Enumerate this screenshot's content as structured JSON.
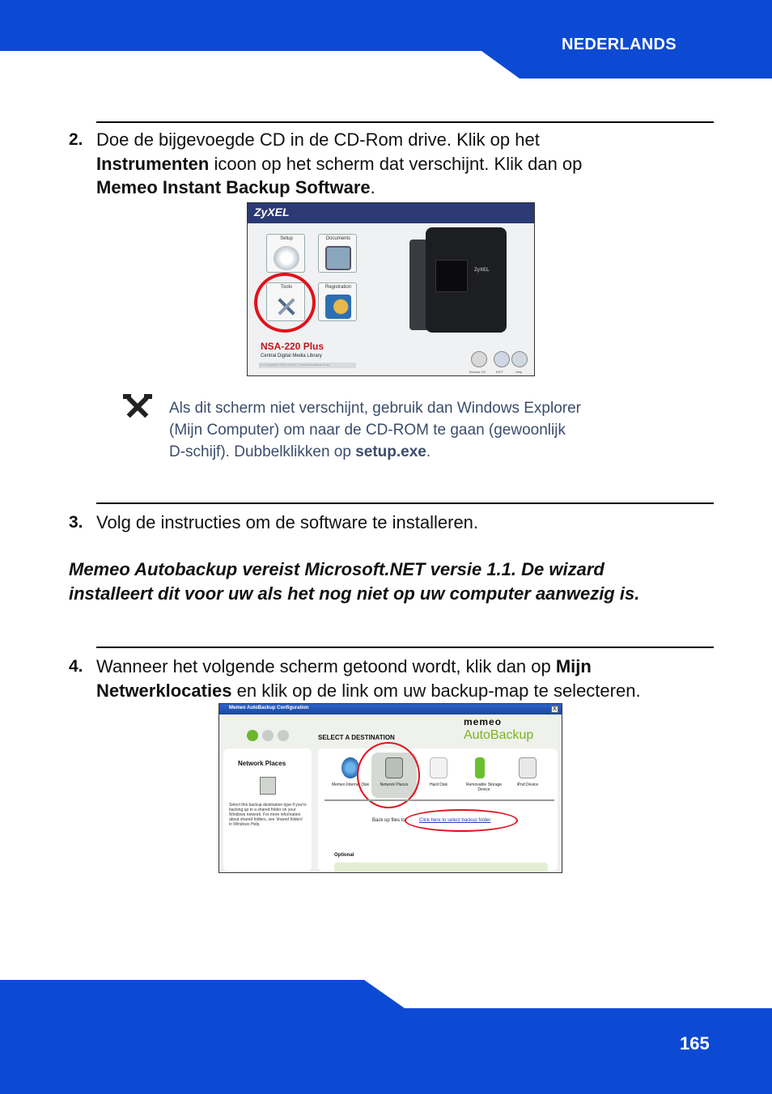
{
  "header": {
    "language": "NEDERLANDS",
    "band_color": "#0d4ad3"
  },
  "footer": {
    "page_number": "165"
  },
  "step2": {
    "number": "2.",
    "line1": "Doe de bijgevoegde CD in de CD-Rom drive. Klik op het",
    "bold1": "Instrumenten",
    "line2_rest": " icoon op het scherm dat verschijnt. Klik dan op",
    "bold2": "Memeo Instant Backup Software",
    "line3_end": "."
  },
  "zyxel_screen": {
    "brand": "ZyXEL",
    "tiles": [
      "Setup",
      "Documents",
      "Tools",
      "Registration"
    ],
    "model": "NSA-220 Plus",
    "subtitle": "Central Digital Media Library",
    "copyright": "(C) Copyright 2008 ZyXEL Communications Corp.",
    "device_brand": "ZyXEL",
    "buttons": [
      "Browse CD",
      "EXIT",
      "Help"
    ]
  },
  "note": {
    "icon": "tools-icon",
    "text1": "Als dit scherm niet verschijnt, gebruik dan Windows Explorer",
    "text2": "(Mijn Computer) om naar de CD-ROM te gaan (gewoonlijk",
    "text3": "D-schijf). Dubbelklikken op ",
    "bold": "setup.exe",
    "end": "."
  },
  "step3": {
    "number": "3.",
    "text": "Volg de instructies om de software te installeren."
  },
  "emphasis": {
    "line1": "Memeo Autobackup vereist Microsoft.NET versie 1.1. De wizard",
    "line2": "installeert dit voor uw als het nog niet op uw computer aanwezig is."
  },
  "step4": {
    "number": "4.",
    "text1": "Wanneer het volgende scherm getoond wordt, klik dan op ",
    "bold1": "Mijn",
    "bold2": "Netwerklocaties",
    "text2": " en klik op de link om uw backup-map te selecteren."
  },
  "memeo_screen": {
    "window_title": "Memeo AutoBackup Configuration",
    "close": "X",
    "step_label": "SELECT A DESTINATION",
    "logo_top": "memeo",
    "logo_bottom": "AutoBackup",
    "left_heading": "Network Places",
    "left_text": "Select this backup destination type if you're backing up to a shared folder on your Windows network. For more information about shared folders, see 'shared folders' in Windows Help.",
    "options": [
      "Memeo Internet Disk",
      "Network Places",
      "Hard Disk",
      "Removable Storage Device",
      "iPod Device"
    ],
    "backup_label": "Back up files to:",
    "backup_link": "Click here to select backup folder",
    "optional": "Optional"
  }
}
